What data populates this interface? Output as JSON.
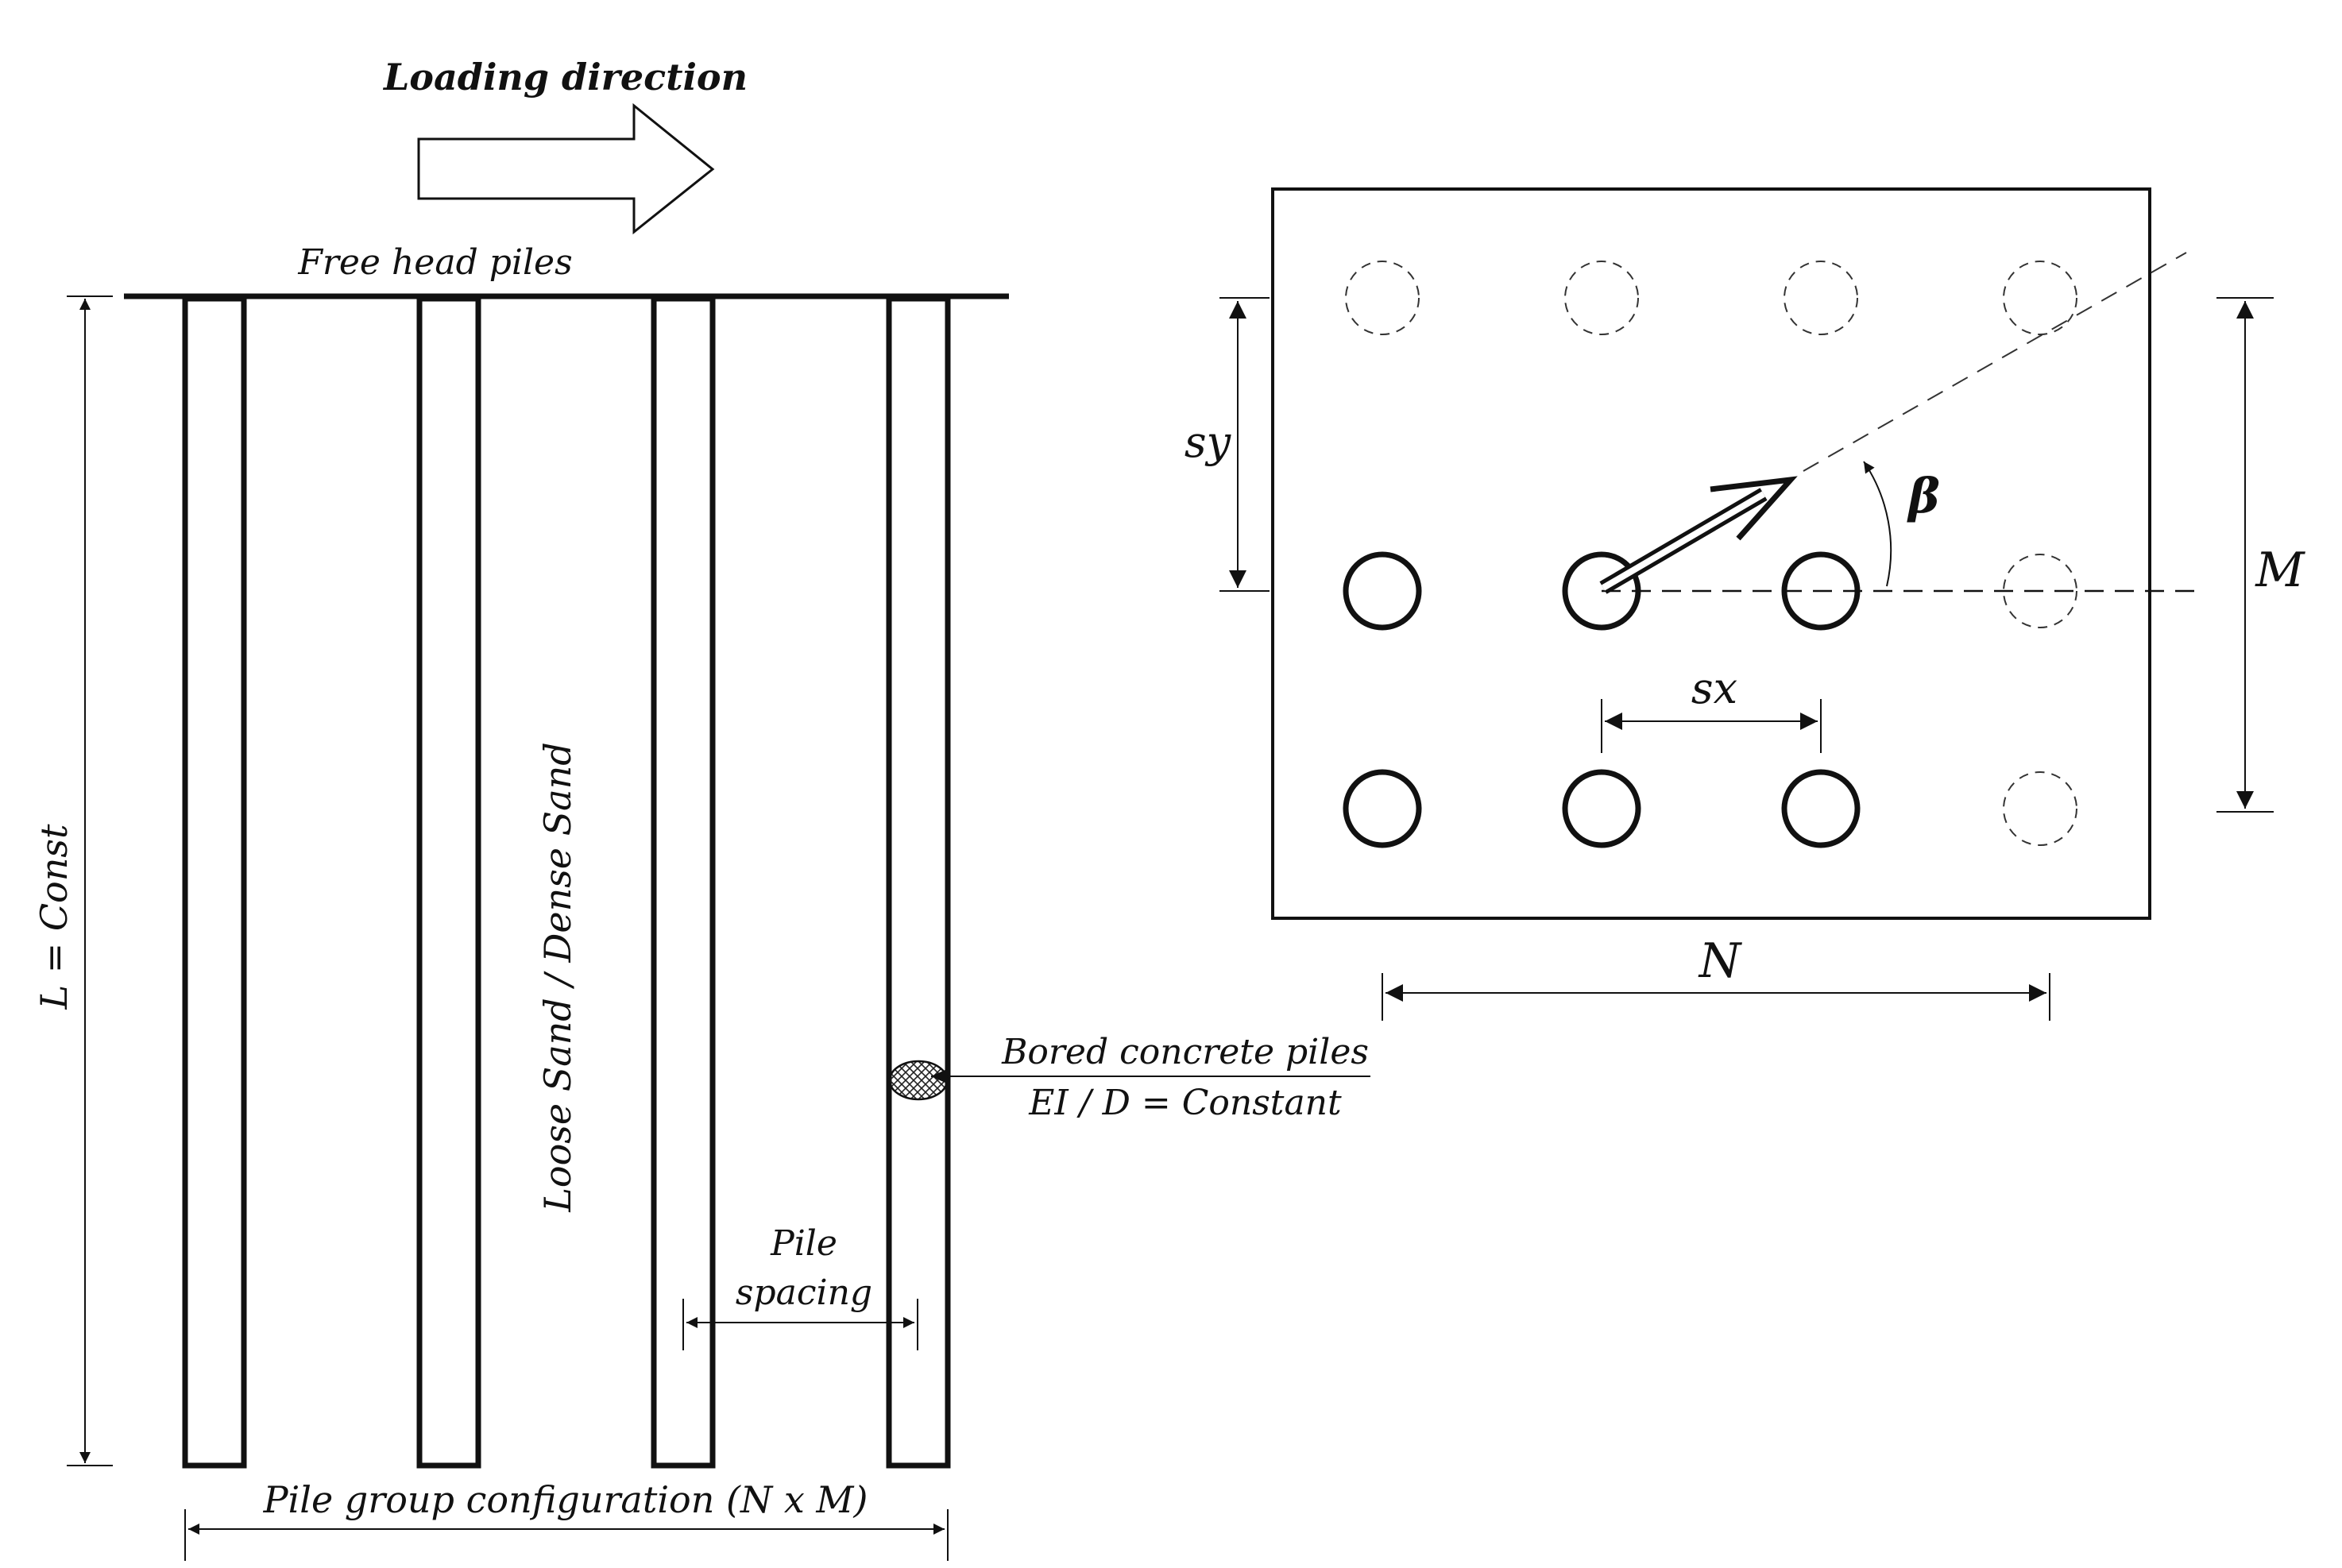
{
  "side_view": {
    "loading_direction": "Loading direction",
    "free_head": "Free head piles",
    "length": "L = Const",
    "soil": "Loose Sand / Dense Sand",
    "pile_type_line1": "Bored concrete piles",
    "pile_type_line2": "EI / D = Constant",
    "spacing_line1": "Pile",
    "spacing_line2": "spacing",
    "configuration": "Pile group configuration (N x M)"
  },
  "plan_view": {
    "sy": "sy",
    "sx": "sx",
    "beta": "β",
    "m": "M",
    "n": "N"
  }
}
